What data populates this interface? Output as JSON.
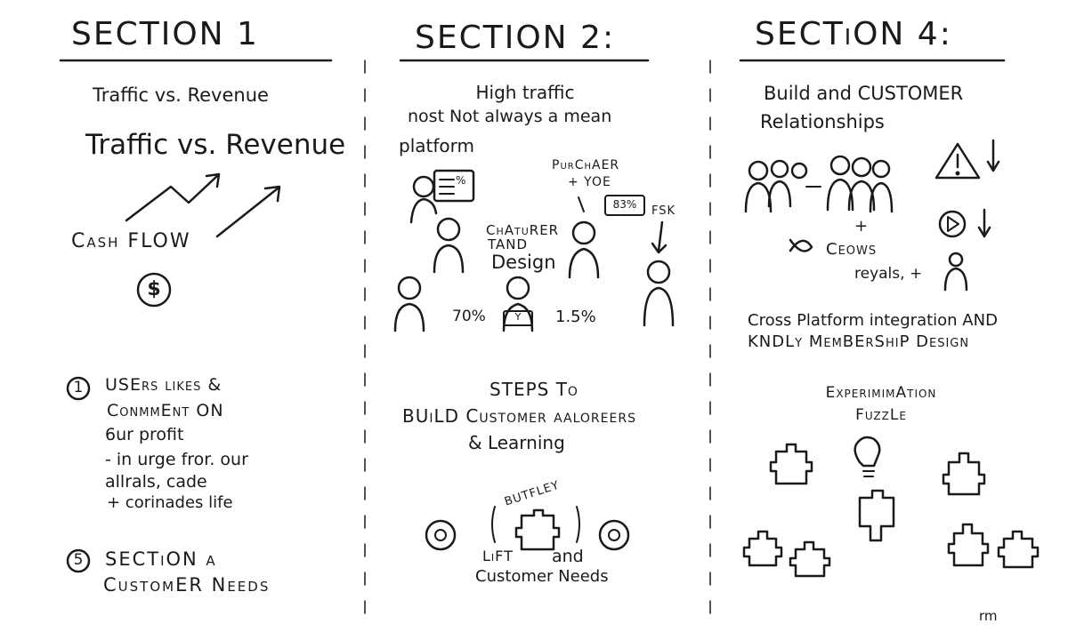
{
  "sections": [
    {
      "title": "SECTION 1",
      "subtitle": "Traffic vs. Revenue",
      "heading": "Traffic vs. Revenue",
      "cash_flow": "Cash FLOW",
      "dollar": "$",
      "items": [
        {
          "num": "1",
          "lines": [
            "USErs likes &",
            "ConmmEnt ON",
            "6ur profit",
            "- in urge fror. our",
            "allrals, cade",
            "+ corinades life"
          ]
        },
        {
          "num": "5",
          "lines": [
            "SECTiON a",
            "CustomER Needs"
          ]
        }
      ]
    },
    {
      "title": "SECTION 2:",
      "intro": [
        "High traffic",
        "nost Not always a mean",
        "platform"
      ],
      "purchaser": [
        "PurChAER",
        "+ YOE"
      ],
      "doc_pct": "%",
      "bubble": "83%",
      "fsk": "FSK",
      "character": [
        "ChAtuRER",
        "TAND",
        "Design"
      ],
      "pct_left": "70%",
      "pct_right": "1.5%",
      "chest": "Y",
      "steps": [
        "STEPS To",
        "BUiLD Customer aaloreers",
        "& Learning"
      ],
      "butfley": "BUTFLEY",
      "lift": "LiFT",
      "and": "and",
      "customer_needs": "Customer Needs"
    },
    {
      "title": "SECTiON 4:",
      "heading": [
        "Build and CUSTOMER",
        "Relationships"
      ],
      "plus": "+",
      "ceows": "Ceows",
      "reyals": "reyals, +",
      "cross": [
        "Cross Platform integration AND",
        "KNDLy MemBErShiP Design"
      ],
      "experiment": [
        "ExperimimAtion",
        "FuzzLe"
      ]
    }
  ],
  "signature": "rm"
}
